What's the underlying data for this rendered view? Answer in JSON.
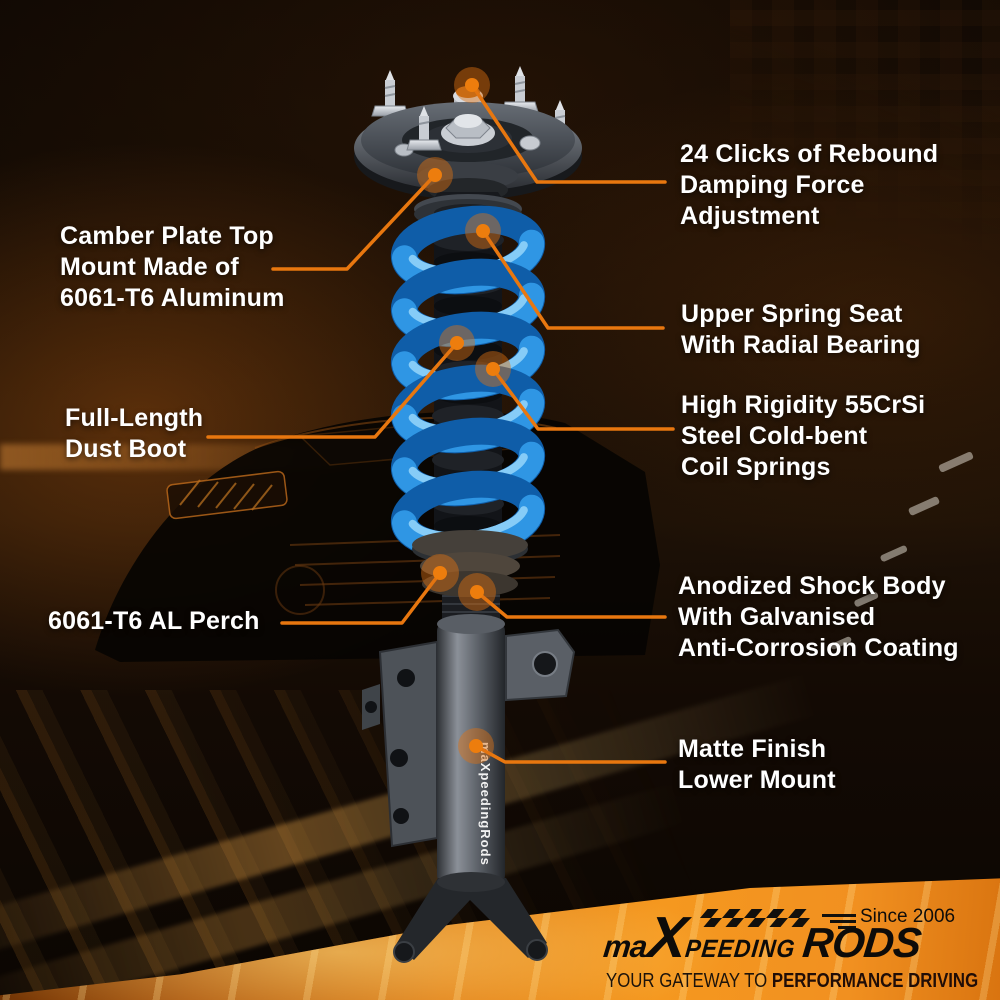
{
  "callouts": {
    "rebound": {
      "lines": [
        "24 Clicks of Rebound",
        "Damping Force",
        "Adjustment"
      ]
    },
    "camber_plate": {
      "lines": [
        "Camber Plate Top",
        "Mount Made of",
        "6061-T6 Aluminum"
      ]
    },
    "upper_seat": {
      "lines": [
        "Upper Spring Seat",
        "With Radial Bearing"
      ]
    },
    "coil_springs": {
      "lines": [
        "High Rigidity 55CrSi",
        "Steel Cold-bent",
        "Coil Springs"
      ]
    },
    "dust_boot": {
      "lines": [
        "Full-Length",
        "Dust Boot"
      ]
    },
    "perch": {
      "lines": [
        "6061-T6 AL Perch"
      ]
    },
    "shock_body": {
      "lines": [
        "Anodized Shock Body",
        "With Galvanised",
        "Anti-Corrosion Coating"
      ]
    },
    "lower_mount": {
      "lines": [
        "Matte Finish",
        "Lower Mount"
      ]
    }
  },
  "brand": {
    "logo_ma": "ma",
    "logo_x": "X",
    "logo_peeding": "PEEDING",
    "logo_rods": "RODS",
    "since": "Since 2006",
    "tagline_prefix": "YOUR GATEWAY TO ",
    "tagline_bold": "PERFORMANCE DRIVING",
    "body_label": "maXpeedingRods"
  },
  "colors": {
    "accent_orange": "#E8770F",
    "dot_orange": "#ED7D0D",
    "spring_blue": "#2F96E4",
    "band_orange": "#F2921C",
    "label_text": "#FFFFFF"
  }
}
